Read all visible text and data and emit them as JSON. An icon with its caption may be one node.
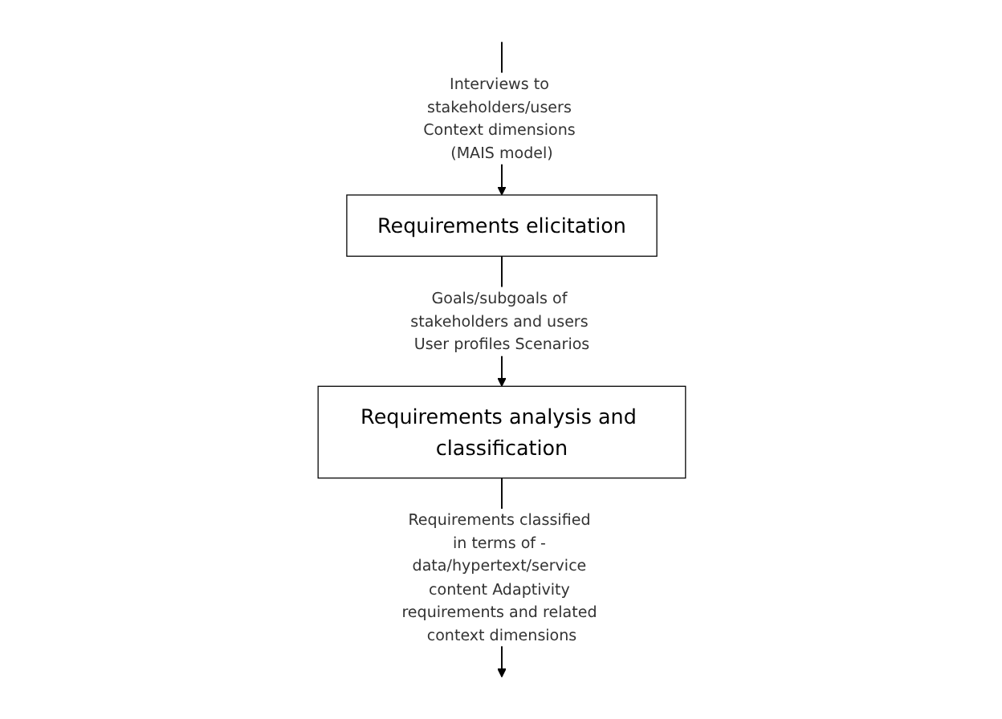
{
  "diagram": {
    "nodes": [
      {
        "text": [
          "Requirements elicitation"
        ]
      },
      {
        "text": [
          "Requirements analysis and classification"
        ]
      }
    ],
    "edges": [
      {
        "from": null,
        "to": 0,
        "arrow": "to",
        "label": "Interviews to stakeholders/users Context dimensions (MAIS model)"
      },
      {
        "from": 0,
        "to": 1,
        "arrow": "to",
        "label": "Goals/subgoals of stakeholders and users User profiles Scenarios"
      },
      {
        "from": 1,
        "to": null,
        "arrow": "to",
        "label": "Requirements classified in terms of - data/hypertext/service content Adaptivity requirements and related context dimensions"
      }
    ]
  }
}
